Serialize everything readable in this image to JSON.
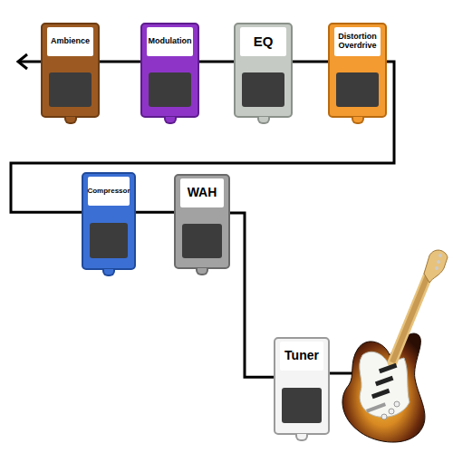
{
  "diagram": {
    "nodes": [
      {
        "text": [
          "Ambience"
        ]
      },
      {
        "text": [
          "Modulation"
        ]
      },
      {
        "text": [
          "EQ"
        ]
      },
      {
        "text": [
          "Distortion Overdrive"
        ]
      },
      {
        "text": [
          "Compressor"
        ]
      },
      {
        "text": [
          "WAH"
        ]
      },
      {
        "text": [
          "Tuner"
        ]
      }
    ],
    "edges": [
      {
        "from": 6,
        "to": 5,
        "arrow": "none"
      },
      {
        "from": 5,
        "to": 4,
        "arrow": "none"
      },
      {
        "from": 4,
        "to": 3,
        "arrow": "none"
      },
      {
        "from": 3,
        "to": 2,
        "arrow": "none"
      },
      {
        "from": 2,
        "to": 1,
        "arrow": "none"
      },
      {
        "from": 1,
        "to": 0,
        "arrow": "none"
      }
    ]
  }
}
